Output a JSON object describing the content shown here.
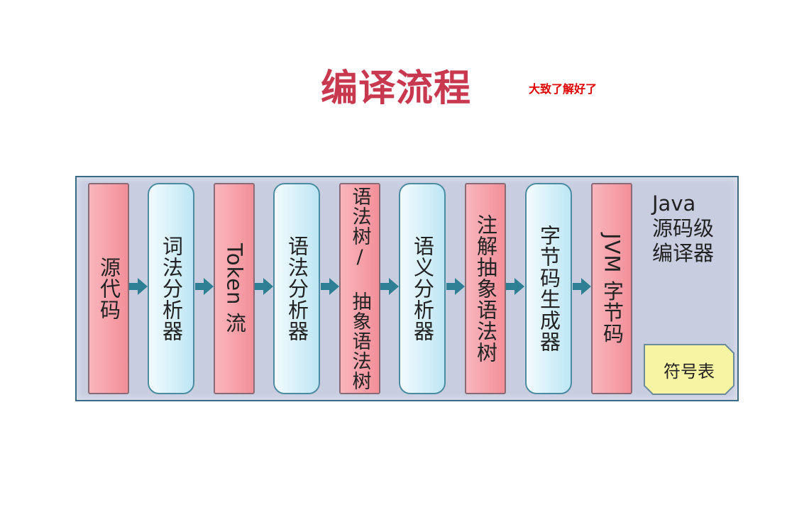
{
  "title": "编译流程",
  "note": "大致了解好了",
  "stages": [
    {
      "label": "源代码",
      "style": "pink"
    },
    {
      "label": "词法分析器",
      "style": "blue"
    },
    {
      "label": "Token 流",
      "style": "pink"
    },
    {
      "label": "语法分析器",
      "style": "blue"
    },
    {
      "label": "语法树/ 抽象语法树",
      "style": "pink"
    },
    {
      "label": "语义分析器",
      "style": "blue"
    },
    {
      "label": "注解抽象语法树",
      "style": "pink"
    },
    {
      "label": "字节码生成器",
      "style": "blue"
    },
    {
      "label": "JVM 字节码",
      "style": "pink"
    }
  ],
  "compiler_label": {
    "line1": "Java",
    "line2": "源码级",
    "line3": "编译器"
  },
  "symbol_table": "符号表",
  "colors": {
    "title": "#c8384f",
    "note": "#e00000",
    "panel_bg": "#c8cee0",
    "pink_box": "#f6a3ab",
    "blue_box": "#d6eff8",
    "arrow": "#2e7f93",
    "symbol_table": "#f7f4a3"
  }
}
